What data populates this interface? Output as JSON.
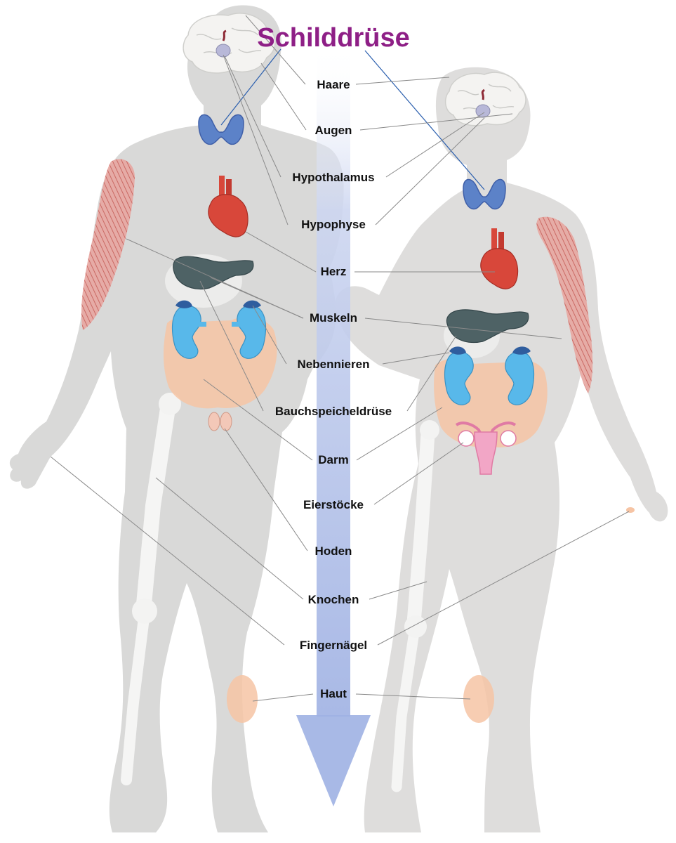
{
  "title": "Schilddrüse",
  "colors": {
    "title": "#8e1f86",
    "thyroid": "#5c82c8",
    "heart": "#d8473a",
    "pancreas": "#4e6265",
    "kidney": "#58b8ea",
    "adrenal": "#2f5d9e",
    "intestine": "#f6c4a4",
    "muscle": "#c85a52",
    "uterus": "#f2a6c6",
    "arrow": "#b9c6ea",
    "body": "#d9d9d8"
  },
  "labels": [
    "Haare",
    "Augen",
    "Hypothalamus",
    "Hypophyse",
    "Herz",
    "Muskeln",
    "Nebennieren",
    "Bauchspeicheldrüse",
    "Darm",
    "Eierstöcke",
    "Hoden",
    "Knochen",
    "Fingernägel",
    "Haut"
  ],
  "icons": {
    "arrow": "downward-arrow-icon",
    "thyroid": "thyroid-icon",
    "heart": "heart-icon",
    "brain": "brain-icon"
  }
}
